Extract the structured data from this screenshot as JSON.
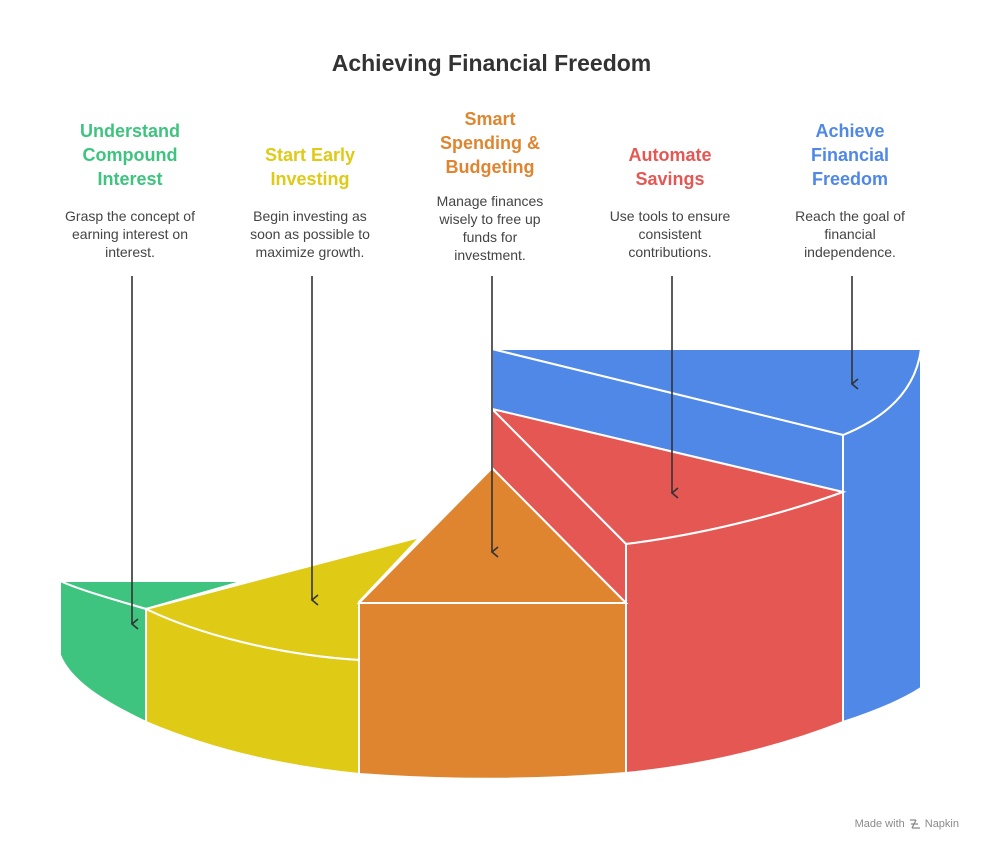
{
  "title": "Achieving Financial Freedom",
  "colors": {
    "green": "#3EC47F",
    "yellow": "#DFCA16",
    "orange": "#DF8530",
    "red": "#E55753",
    "blue": "#4F88E6"
  },
  "steps": [
    {
      "heading": "Understand\nCompound\nInterest",
      "description": "Grasp the concept of\nearning interest on\ninterest.",
      "color": "#3EC47F"
    },
    {
      "heading": "Start Early\nInvesting",
      "description": "Begin investing as\nsoon as possible to\nmaximize growth.",
      "color": "#DFCA16"
    },
    {
      "heading": "Smart\nSpending &\nBudgeting",
      "description": "Manage finances\nwisely to free up\nfunds for\ninvestment.",
      "color": "#DF8530"
    },
    {
      "heading": "Automate\nSavings",
      "description": "Use tools to ensure\nconsistent\ncontributions.",
      "color": "#E55753"
    },
    {
      "heading": "Achieve\nFinancial\nFreedom",
      "description": "Reach the goal of\nfinancial\nindependence.",
      "color": "#4F88E6"
    }
  ],
  "footer": {
    "prefix": "Made with",
    "brand": "Napkin"
  }
}
